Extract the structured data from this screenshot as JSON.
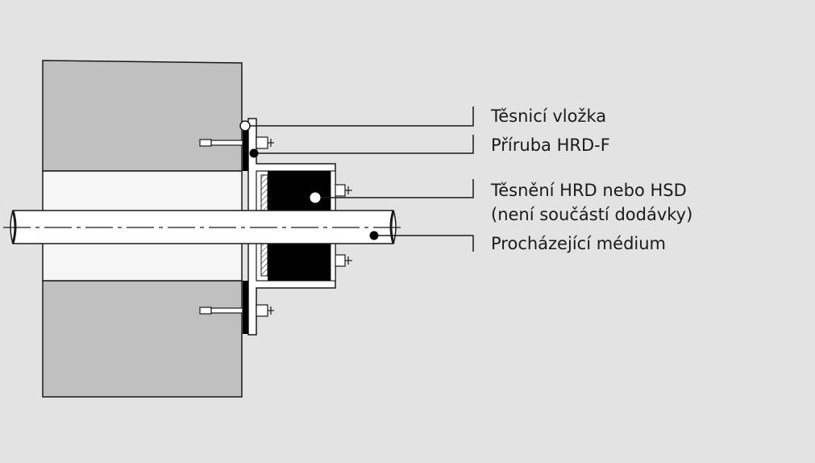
{
  "labels": {
    "sealing_insert": "Těsnicí vložka",
    "flange": "Příruba HRD-F",
    "seal_line1": "Těsnění HRD nebo HSD",
    "seal_line2": "(není součástí dodávky)",
    "medium": "Procházející médium"
  },
  "colors": {
    "background": "#e3e3e3",
    "wall": "#c0c0c0",
    "opening": "#f6f6f6",
    "metal": "#ffffff",
    "seal": "#000000",
    "stroke": "#1a1a1a"
  }
}
